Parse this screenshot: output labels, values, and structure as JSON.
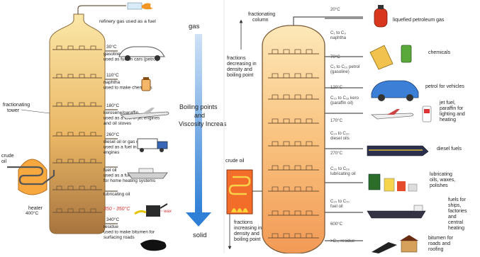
{
  "left": {
    "top_product": {
      "text": "refinery gas used as a fuel"
    },
    "tower_label": [
      "fractionating",
      "tower"
    ],
    "crude_label": [
      "crude",
      "oil"
    ],
    "heater_label": "heater",
    "heater_temp": "400°C",
    "fractions": [
      {
        "temp": "30°C",
        "lines": [
          "gasoline",
          "used as fuel in cars (petrol)"
        ]
      },
      {
        "temp": "110°C",
        "lines": [
          "naphtha",
          "used to make chemicals"
        ]
      },
      {
        "temp": "180°C",
        "lines": [
          "kerosene/paraffin",
          "used as a fuel in jet engines",
          "and oil stoves"
        ]
      },
      {
        "temp": "260°C",
        "lines": [
          "diesel oil or gas oil",
          "used as a fuel in diesel",
          "engines"
        ]
      },
      {
        "temp": "",
        "lines": [
          "fuel oil",
          "used as a fuel for ships and",
          "for home heating systems"
        ]
      },
      {
        "temp": "",
        "lines": [
          "lubricating oil"
        ]
      },
      {
        "temp": "340°C",
        "lines": [
          "residue",
          "used to make bitumen for",
          "surfacing roads"
        ]
      }
    ],
    "lub_annotation": "350 - 350°C"
  },
  "middle": {
    "top": "gas",
    "title": [
      "Boiling points",
      "and",
      "Viscosity Increas"
    ],
    "bottom": "solid",
    "colors": {
      "arrow": "#3a86d8"
    }
  },
  "right": {
    "column_label": [
      "fractionating",
      "column"
    ],
    "upper_note": [
      "fractions",
      "decreasing in",
      "density and",
      "boiling point"
    ],
    "lower_note": [
      "fractions",
      "increasing in",
      "density and",
      "boiling point"
    ],
    "crude_label": "crude oil",
    "column_labels": [
      [
        "20°C"
      ],
      [
        "C₁ to C₉",
        "naphtha"
      ],
      [
        "70°C"
      ],
      [
        "C₅ to C₁₀ petrol",
        "(gasoline)"
      ],
      [
        "120°C"
      ],
      [
        "C₁₀ to C₁₆ kero",
        "(paraffin oil)"
      ],
      [
        "170°C"
      ],
      [
        "C₁₄ to C₂₀",
        "diesel oils"
      ],
      [
        "270°C"
      ],
      [
        "C₂₀ to C₅₀",
        "lubricating oil"
      ],
      [
        "C₂₀ to C₇₀",
        "fuel oil"
      ],
      [
        "600°C"
      ],
      [
        ">C₇₀ residue"
      ]
    ],
    "products": [
      {
        "text": [
          "liquefied petroleum gas"
        ]
      },
      {
        "text": [
          "chemicals"
        ]
      },
      {
        "text": [
          "petrol for vehicles"
        ]
      },
      {
        "text": [
          "jet fuel,",
          "paraffin for",
          "lighting and",
          "heating"
        ]
      },
      {
        "text": [
          "diesel fuels"
        ]
      },
      {
        "text": [
          "lubricating",
          "oils, waxes,",
          "polishes"
        ]
      },
      {
        "text": [
          "fuels for",
          "ships,",
          "factories",
          "and",
          "central",
          "heating"
        ]
      },
      {
        "text": [
          "bitumen for",
          "roads and",
          "roofing"
        ]
      }
    ]
  }
}
